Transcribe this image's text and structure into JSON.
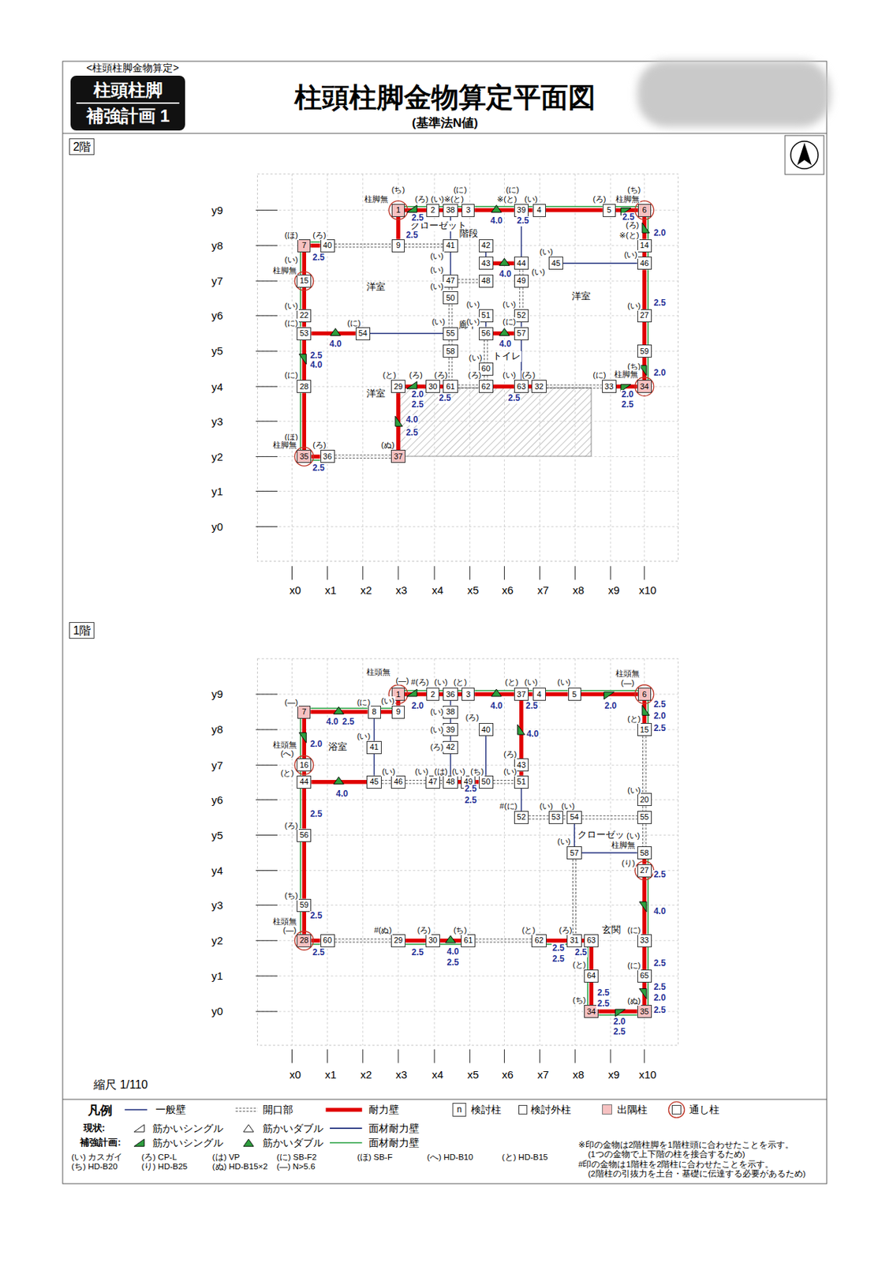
{
  "diagram": {
    "title": "柱頭柱脚金物算定平面図",
    "nodes": [
      {
        "text": [
          "柱頭柱脚",
          "補強計画 1"
        ]
      },
      {
        "text": [
          "2階"
        ]
      },
      {
        "text": [
          "1階"
        ]
      },
      {
        "text": [
          "1"
        ]
      },
      {
        "text": [
          "2"
        ]
      },
      {
        "text": [
          "38"
        ]
      },
      {
        "text": [
          "3"
        ]
      },
      {
        "text": [
          "39"
        ]
      },
      {
        "text": [
          "4"
        ]
      },
      {
        "text": [
          "5"
        ]
      },
      {
        "text": [
          "6"
        ]
      },
      {
        "text": [
          "7"
        ]
      },
      {
        "text": [
          "40"
        ]
      },
      {
        "text": [
          "9"
        ]
      },
      {
        "text": [
          "41"
        ]
      },
      {
        "text": [
          "42"
        ]
      },
      {
        "text": [
          "14"
        ]
      },
      {
        "text": [
          "43"
        ]
      },
      {
        "text": [
          "44"
        ]
      },
      {
        "text": [
          "45"
        ]
      },
      {
        "text": [
          "46"
        ]
      },
      {
        "text": [
          "15"
        ]
      },
      {
        "text": [
          "47"
        ]
      },
      {
        "text": [
          "48"
        ]
      },
      {
        "text": [
          "49"
        ]
      },
      {
        "text": [
          "50"
        ]
      },
      {
        "text": [
          "22"
        ]
      },
      {
        "text": [
          "51"
        ]
      },
      {
        "text": [
          "52"
        ]
      },
      {
        "text": [
          "27"
        ]
      },
      {
        "text": [
          "53"
        ]
      },
      {
        "text": [
          "54"
        ]
      },
      {
        "text": [
          "55"
        ]
      },
      {
        "text": [
          "56"
        ]
      },
      {
        "text": [
          "57"
        ]
      },
      {
        "text": [
          "58"
        ]
      },
      {
        "text": [
          "59"
        ]
      },
      {
        "text": [
          "60"
        ]
      },
      {
        "text": [
          "28"
        ]
      },
      {
        "text": [
          "29"
        ]
      },
      {
        "text": [
          "30"
        ]
      },
      {
        "text": [
          "61"
        ]
      },
      {
        "text": [
          "62"
        ]
      },
      {
        "text": [
          "63"
        ]
      },
      {
        "text": [
          "32"
        ]
      },
      {
        "text": [
          "33"
        ]
      },
      {
        "text": [
          "34"
        ]
      },
      {
        "text": [
          "35"
        ]
      },
      {
        "text": [
          "36"
        ]
      },
      {
        "text": [
          "37"
        ]
      },
      {
        "text": [
          "1"
        ]
      },
      {
        "text": [
          "2"
        ]
      },
      {
        "text": [
          "36"
        ]
      },
      {
        "text": [
          "3"
        ]
      },
      {
        "text": [
          "37"
        ]
      },
      {
        "text": [
          "4"
        ]
      },
      {
        "text": [
          "5"
        ]
      },
      {
        "text": [
          "6"
        ]
      },
      {
        "text": [
          "7"
        ]
      },
      {
        "text": [
          "8"
        ]
      },
      {
        "text": [
          "9"
        ]
      },
      {
        "text": [
          "38"
        ]
      },
      {
        "text": [
          "39"
        ]
      },
      {
        "text": [
          "40"
        ]
      },
      {
        "text": [
          "15"
        ]
      },
      {
        "text": [
          "41"
        ]
      },
      {
        "text": [
          "42"
        ]
      },
      {
        "text": [
          "16"
        ]
      },
      {
        "text": [
          "43"
        ]
      },
      {
        "text": [
          "44"
        ]
      },
      {
        "text": [
          "45"
        ]
      },
      {
        "text": [
          "46"
        ]
      },
      {
        "text": [
          "47"
        ]
      },
      {
        "text": [
          "48"
        ]
      },
      {
        "text": [
          "49"
        ]
      },
      {
        "text": [
          "50"
        ]
      },
      {
        "text": [
          "51"
        ]
      },
      {
        "text": [
          "20"
        ]
      },
      {
        "text": [
          "52"
        ]
      },
      {
        "text": [
          "53"
        ]
      },
      {
        "text": [
          "54"
        ]
      },
      {
        "text": [
          "55"
        ]
      },
      {
        "text": [
          "56"
        ]
      },
      {
        "text": [
          "57"
        ]
      },
      {
        "text": [
          "58"
        ]
      },
      {
        "text": [
          "27"
        ]
      },
      {
        "text": [
          "59"
        ]
      },
      {
        "text": [
          "28"
        ]
      },
      {
        "text": [
          "60"
        ]
      },
      {
        "text": [
          "29"
        ]
      },
      {
        "text": [
          "30"
        ]
      },
      {
        "text": [
          "61"
        ]
      },
      {
        "text": [
          "62"
        ]
      },
      {
        "text": [
          "31"
        ]
      },
      {
        "text": [
          "63"
        ]
      },
      {
        "text": [
          "33"
        ]
      },
      {
        "text": [
          "64"
        ]
      },
      {
        "text": [
          "65"
        ]
      },
      {
        "text": [
          "34"
        ]
      },
      {
        "text": [
          "35"
        ]
      }
    ],
    "edges": [
      {
        "from": 3,
        "to": 4,
        "arrow": "none"
      },
      {
        "from": 4,
        "to": 5,
        "arrow": "none"
      },
      {
        "from": 5,
        "to": 6,
        "arrow": "none"
      },
      {
        "from": 6,
        "to": 7,
        "arrow": "none"
      },
      {
        "from": 7,
        "to": 8,
        "arrow": "none"
      },
      {
        "from": 8,
        "to": 9,
        "arrow": "none"
      },
      {
        "from": 9,
        "to": 10,
        "arrow": "none"
      },
      {
        "from": 3,
        "to": 13,
        "arrow": "none"
      },
      {
        "from": 11,
        "to": 12,
        "arrow": "none"
      },
      {
        "from": 12,
        "to": 13,
        "arrow": "none"
      },
      {
        "from": 13,
        "to": 14,
        "arrow": "none"
      },
      {
        "from": 11,
        "to": 21,
        "arrow": "none"
      },
      {
        "from": 21,
        "to": 26,
        "arrow": "none"
      },
      {
        "from": 26,
        "to": 30,
        "arrow": "none"
      },
      {
        "from": 30,
        "to": 38,
        "arrow": "none"
      },
      {
        "from": 38,
        "to": 47,
        "arrow": "none"
      },
      {
        "from": 10,
        "to": 16,
        "arrow": "none"
      },
      {
        "from": 16,
        "to": 20,
        "arrow": "none"
      },
      {
        "from": 20,
        "to": 29,
        "arrow": "none"
      },
      {
        "from": 29,
        "to": 36,
        "arrow": "none"
      },
      {
        "from": 36,
        "to": 46,
        "arrow": "none"
      },
      {
        "from": 47,
        "to": 48,
        "arrow": "none"
      },
      {
        "from": 48,
        "to": 49,
        "arrow": "none"
      },
      {
        "from": 39,
        "to": 49,
        "arrow": "none"
      },
      {
        "from": 39,
        "to": 40,
        "arrow": "none"
      },
      {
        "from": 40,
        "to": 41,
        "arrow": "none"
      },
      {
        "from": 41,
        "to": 42,
        "arrow": "none"
      },
      {
        "from": 42,
        "to": 43,
        "arrow": "none"
      },
      {
        "from": 43,
        "to": 44,
        "arrow": "none"
      },
      {
        "from": 44,
        "to": 45,
        "arrow": "none"
      },
      {
        "from": 45,
        "to": 46,
        "arrow": "none"
      },
      {
        "from": 30,
        "to": 31,
        "arrow": "none"
      },
      {
        "from": 31,
        "to": 32,
        "arrow": "none"
      },
      {
        "from": 5,
        "to": 14,
        "arrow": "none"
      },
      {
        "from": 14,
        "to": 22,
        "arrow": "none"
      },
      {
        "from": 22,
        "to": 25,
        "arrow": "none"
      },
      {
        "from": 25,
        "to": 32,
        "arrow": "none"
      },
      {
        "from": 32,
        "to": 35,
        "arrow": "none"
      },
      {
        "from": 35,
        "to": 41,
        "arrow": "none"
      },
      {
        "from": 15,
        "to": 17,
        "arrow": "none"
      },
      {
        "from": 17,
        "to": 18,
        "arrow": "none"
      },
      {
        "from": 18,
        "to": 24,
        "arrow": "none"
      },
      {
        "from": 24,
        "to": 28,
        "arrow": "none"
      },
      {
        "from": 28,
        "to": 34,
        "arrow": "none"
      },
      {
        "from": 34,
        "to": 43,
        "arrow": "none"
      },
      {
        "from": 33,
        "to": 34,
        "arrow": "none"
      },
      {
        "from": 27,
        "to": 33,
        "arrow": "none"
      },
      {
        "from": 33,
        "to": 37,
        "arrow": "none"
      },
      {
        "from": 37,
        "to": 42,
        "arrow": "none"
      },
      {
        "from": 22,
        "to": 23,
        "arrow": "none"
      },
      {
        "from": 7,
        "to": 18,
        "arrow": "none"
      },
      {
        "from": 19,
        "to": 20,
        "arrow": "none"
      },
      {
        "from": 50,
        "to": 51,
        "arrow": "none"
      },
      {
        "from": 51,
        "to": 52,
        "arrow": "none"
      },
      {
        "from": 52,
        "to": 53,
        "arrow": "none"
      },
      {
        "from": 53,
        "to": 54,
        "arrow": "none"
      },
      {
        "from": 54,
        "to": 55,
        "arrow": "none"
      },
      {
        "from": 55,
        "to": 56,
        "arrow": "none"
      },
      {
        "from": 56,
        "to": 57,
        "arrow": "none"
      },
      {
        "from": 58,
        "to": 59,
        "arrow": "none"
      },
      {
        "from": 59,
        "to": 60,
        "arrow": "none"
      },
      {
        "from": 60,
        "to": 50,
        "arrow": "none"
      },
      {
        "from": 58,
        "to": 67,
        "arrow": "none"
      },
      {
        "from": 67,
        "to": 69,
        "arrow": "none"
      },
      {
        "from": 69,
        "to": 82,
        "arrow": "none"
      },
      {
        "from": 82,
        "to": 86,
        "arrow": "none"
      },
      {
        "from": 86,
        "to": 87,
        "arrow": "none"
      },
      {
        "from": 69,
        "to": 70,
        "arrow": "none"
      },
      {
        "from": 70,
        "to": 71,
        "arrow": "none"
      },
      {
        "from": 71,
        "to": 72,
        "arrow": "none"
      },
      {
        "from": 72,
        "to": 73,
        "arrow": "none"
      },
      {
        "from": 73,
        "to": 74,
        "arrow": "none"
      },
      {
        "from": 74,
        "to": 75,
        "arrow": "none"
      },
      {
        "from": 75,
        "to": 76,
        "arrow": "none"
      },
      {
        "from": 52,
        "to": 61,
        "arrow": "none"
      },
      {
        "from": 61,
        "to": 62,
        "arrow": "none"
      },
      {
        "from": 62,
        "to": 66,
        "arrow": "none"
      },
      {
        "from": 66,
        "to": 73,
        "arrow": "none"
      },
      {
        "from": 59,
        "to": 65,
        "arrow": "none"
      },
      {
        "from": 65,
        "to": 70,
        "arrow": "none"
      },
      {
        "from": 63,
        "to": 75,
        "arrow": "none"
      },
      {
        "from": 54,
        "to": 68,
        "arrow": "none"
      },
      {
        "from": 68,
        "to": 76,
        "arrow": "none"
      },
      {
        "from": 76,
        "to": 78,
        "arrow": "none"
      },
      {
        "from": 78,
        "to": 79,
        "arrow": "none"
      },
      {
        "from": 79,
        "to": 80,
        "arrow": "none"
      },
      {
        "from": 80,
        "to": 81,
        "arrow": "none"
      },
      {
        "from": 57,
        "to": 64,
        "arrow": "none"
      },
      {
        "from": 64,
        "to": 77,
        "arrow": "none"
      },
      {
        "from": 77,
        "to": 81,
        "arrow": "none"
      },
      {
        "from": 81,
        "to": 84,
        "arrow": "none"
      },
      {
        "from": 84,
        "to": 85,
        "arrow": "none"
      },
      {
        "from": 85,
        "to": 95,
        "arrow": "none"
      },
      {
        "from": 95,
        "to": 97,
        "arrow": "none"
      },
      {
        "from": 97,
        "to": 99,
        "arrow": "none"
      },
      {
        "from": 80,
        "to": 83,
        "arrow": "none"
      },
      {
        "from": 83,
        "to": 84,
        "arrow": "none"
      },
      {
        "from": 83,
        "to": 93,
        "arrow": "none"
      },
      {
        "from": 87,
        "to": 88,
        "arrow": "none"
      },
      {
        "from": 88,
        "to": 89,
        "arrow": "none"
      },
      {
        "from": 89,
        "to": 90,
        "arrow": "none"
      },
      {
        "from": 90,
        "to": 91,
        "arrow": "none"
      },
      {
        "from": 91,
        "to": 92,
        "arrow": "none"
      },
      {
        "from": 92,
        "to": 93,
        "arrow": "none"
      },
      {
        "from": 93,
        "to": 94,
        "arrow": "none"
      },
      {
        "from": 94,
        "to": 96,
        "arrow": "none"
      },
      {
        "from": 96,
        "to": 98,
        "arrow": "none"
      },
      {
        "from": 98,
        "to": 99,
        "arrow": "none"
      }
    ],
    "labels": [
      "<柱頭柱脚金物算定>",
      "(基準法N値)",
      "y9",
      "y8",
      "y7",
      "y6",
      "y5",
      "y4",
      "y3",
      "y2",
      "y1",
      "y0",
      "x0",
      "x1",
      "x2",
      "x3",
      "x4",
      "x5",
      "x6",
      "x7",
      "x8",
      "x9",
      "x10",
      "y9",
      "y8",
      "y7",
      "y6",
      "y5",
      "y4",
      "y3",
      "y2",
      "y1",
      "y0",
      "x0",
      "x1",
      "x2",
      "x3",
      "x4",
      "x5",
      "x6",
      "x7",
      "x8",
      "x9",
      "x10",
      "クローゼット",
      "階段",
      "洋室",
      "洋室",
      "廊下",
      "トイレ",
      "洋室",
      "浴室",
      "クローゼット",
      "玄関",
      "(ち)",
      "柱脚無",
      "(ろ)",
      "(い)※(と)",
      "(に)",
      "※(と)",
      "(に)",
      "(い)",
      "(ろ)",
      "(ち)",
      "柱脚無",
      "(ほ)",
      "(ろ)",
      "(い)",
      "柱脚無",
      "(い)",
      "(に)",
      "(に)",
      "(に)",
      "(ほ)",
      "柱脚無",
      "(ろ)",
      "(ぬ)",
      "(と)",
      "(ろ)",
      "(ろ)",
      "(い)",
      "(い)",
      "(い)",
      "(い)",
      "(い)",
      "(い)",
      "(い)",
      "(ろ)",
      "(い)",
      "(に)",
      "(い)",
      "(ろ)",
      "(い)",
      "(に)",
      "(ち)",
      "柱脚無",
      "(い)",
      "(い)",
      "(ろ)",
      "※(と)",
      "(い)",
      "2.5",
      "2.5",
      "4.0",
      "2.5",
      "2.5",
      "2.0",
      "2.5",
      "4.0",
      "4.0",
      "2.5",
      "4.0",
      "4.0",
      "2.5",
      "2.0",
      "2.0",
      "2.5",
      "2.5",
      "2.5",
      "2.0",
      "2.5",
      "4.0",
      "2.5",
      "2.5",
      "柱頭無",
      "(—)",
      "#(ろ)",
      "(い)",
      "(と)",
      "(と)",
      "(い)",
      "(い)",
      "柱頭無",
      "(—)",
      "(—)",
      "(に)",
      "(い)",
      "(い)",
      "(い)",
      "(ろ)",
      "(ろ)",
      "(い)",
      "柱頭無",
      "(へ)",
      "(と)",
      "(ろ)",
      "(い)",
      "(い)",
      "(は)",
      "(い)",
      "(ち)",
      "(い)",
      "(と)",
      "(い)",
      "#(に)",
      "(い)",
      "(い)",
      "(い)",
      "(い)",
      "柱脚無",
      "(り)",
      "(ろ)",
      "(ち)",
      "柱頭無",
      "(—)",
      "#(ぬ)",
      "(ろ)",
      "(ち)",
      "(と)",
      "(ろ)",
      "(に)",
      "(と)",
      "(に)",
      "(ち)",
      "(ぬ)",
      "2.0",
      "4.0",
      "2.5",
      "2.0",
      "2.5",
      "2.0",
      "2.5",
      "4.0",
      "2.5",
      "2.0",
      "4.0",
      "4.0",
      "2.5",
      "2.5",
      "2.5",
      "2.5",
      "4.0",
      "2.5",
      "2.5",
      "2.5",
      "4.0",
      "2.5",
      "2.5",
      "2.5",
      "2.5",
      "2.5",
      "2.5",
      "2.0",
      "2.5",
      "2.5",
      "2.5",
      "2.0",
      "2.5",
      "縮尺 1/110",
      "凡例",
      "現状:",
      "補強計画:",
      "n",
      "(い) カスガイ",
      "(ろ) CP-L",
      "(は) VP",
      "(に) SB-F2",
      "(ほ) SB-F",
      "(へ) HD-B10",
      "(と) HD-B15",
      "(ち) HD-B20",
      "(り) HD-B25",
      "(ぬ) HD-B15×2",
      "(—) N>5.6",
      "※印の金物は2階柱脚を1階柱頭に合わせたことを示す。",
      "(1つの金物で上下階の柱を接合するため)",
      "#印の金物は1階柱を2階柱に合わせたことを示す。",
      "(2階柱の引抜力を土台・基礎に伝達する必要があるため)"
    ],
    "legend": [
      {
        "text": "一般壁"
      },
      {
        "text": "開口部"
      },
      {
        "text": "耐力壁"
      },
      {
        "text": "検討柱"
      },
      {
        "text": "検討外柱"
      },
      {
        "text": "出隅柱",
        "color": "#f6c1c1"
      },
      {
        "text": "通し柱"
      },
      {
        "text": "筋かいシングル"
      },
      {
        "text": "筋かいダブル"
      },
      {
        "text": "面材耐力壁"
      },
      {
        "text": "筋かいシングル"
      },
      {
        "text": "筋かいダブル"
      },
      {
        "text": "面材耐力壁"
      }
    ]
  }
}
